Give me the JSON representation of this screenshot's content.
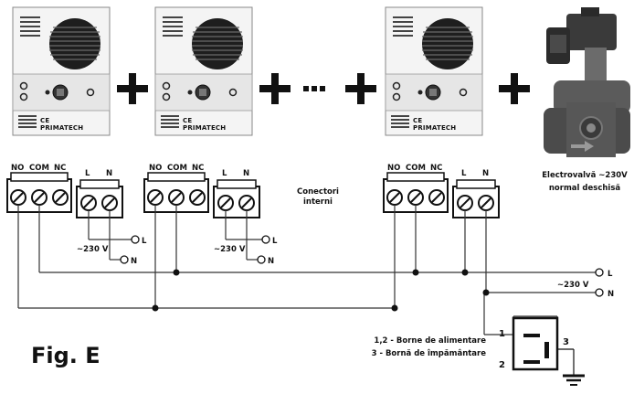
{
  "detectors": [
    {
      "brand": "PRIMATECH",
      "mark": "CE"
    },
    {
      "brand": "PRIMATECH",
      "mark": "CE"
    },
    {
      "brand": "PRIMATECH",
      "mark": "CE"
    }
  ],
  "operators": {
    "plus": "+",
    "ellipsis": "---"
  },
  "relay_terminals": {
    "no": "NO",
    "com": "COM",
    "nc": "NC"
  },
  "power_terminals": {
    "l": "L",
    "n": "N"
  },
  "local_supply": {
    "voltage": "~230 V",
    "l": "L",
    "n": "N"
  },
  "internal_connectors": {
    "line1": "Conectori",
    "line2": "interni"
  },
  "valve": {
    "line1": "Electrovalvă ~230V",
    "line2": "normal deschisă"
  },
  "mains": {
    "voltage": "~230 V",
    "l": "L",
    "n": "N"
  },
  "connector_legend": {
    "line1": "1,2 - Borne de alimentare",
    "line2": "3 - Bornă de împământare"
  },
  "plug_pins": {
    "p1": "1",
    "p2": "2",
    "p3": "3"
  },
  "figure_label": "Fig. E"
}
